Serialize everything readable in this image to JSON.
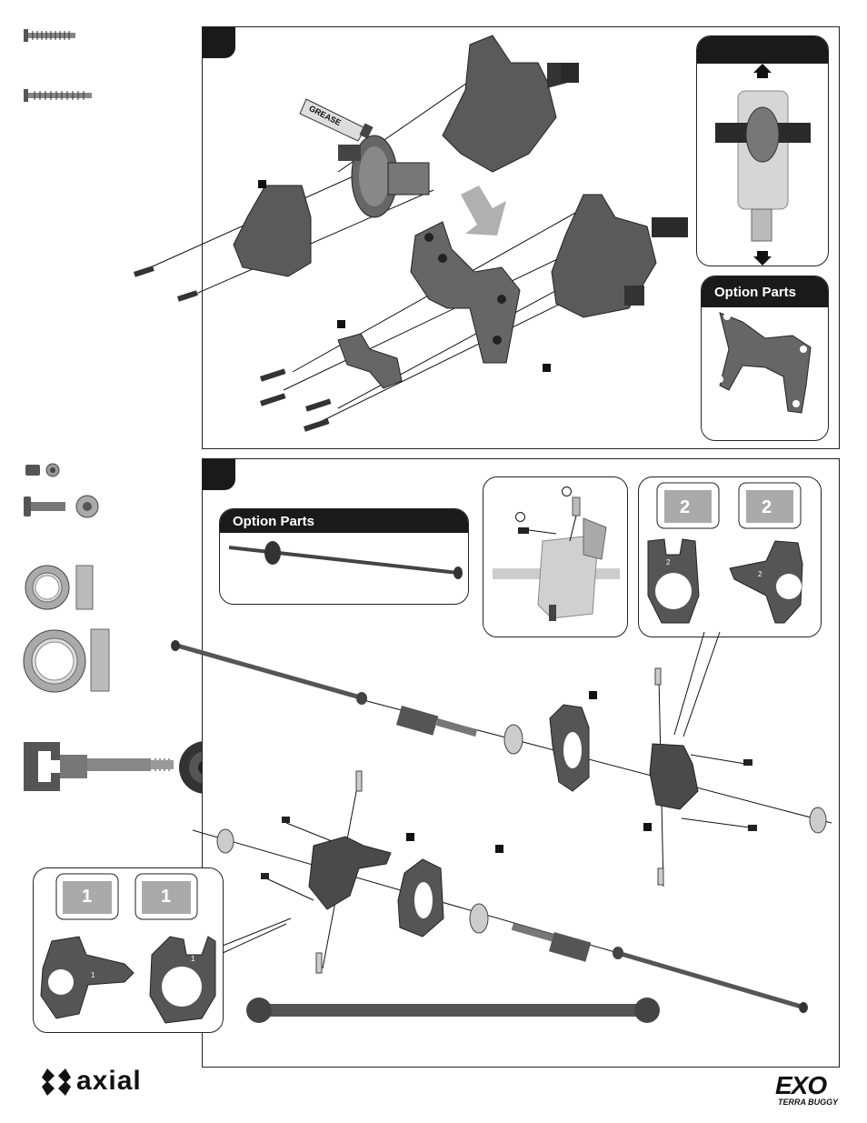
{
  "step_top": {
    "grease_label": "GREASE",
    "option_parts_title": "Option Parts"
  },
  "step_bottom": {
    "option_parts_title": "Option Parts",
    "knuckle_front_mark": "2",
    "knuckle_rear_mark": "1"
  },
  "footer": {
    "brand_logo_text": "axial",
    "product_logo_text": "EXO",
    "product_logo_subtitle": "TERRA BUGGY"
  },
  "colors": {
    "part_dark": "#4a4a4a",
    "part_mid": "#7a7a7a",
    "part_light": "#b8b8b8",
    "tab_black": "#1a1a1a",
    "arrow_gray": "#b0b0b0"
  }
}
